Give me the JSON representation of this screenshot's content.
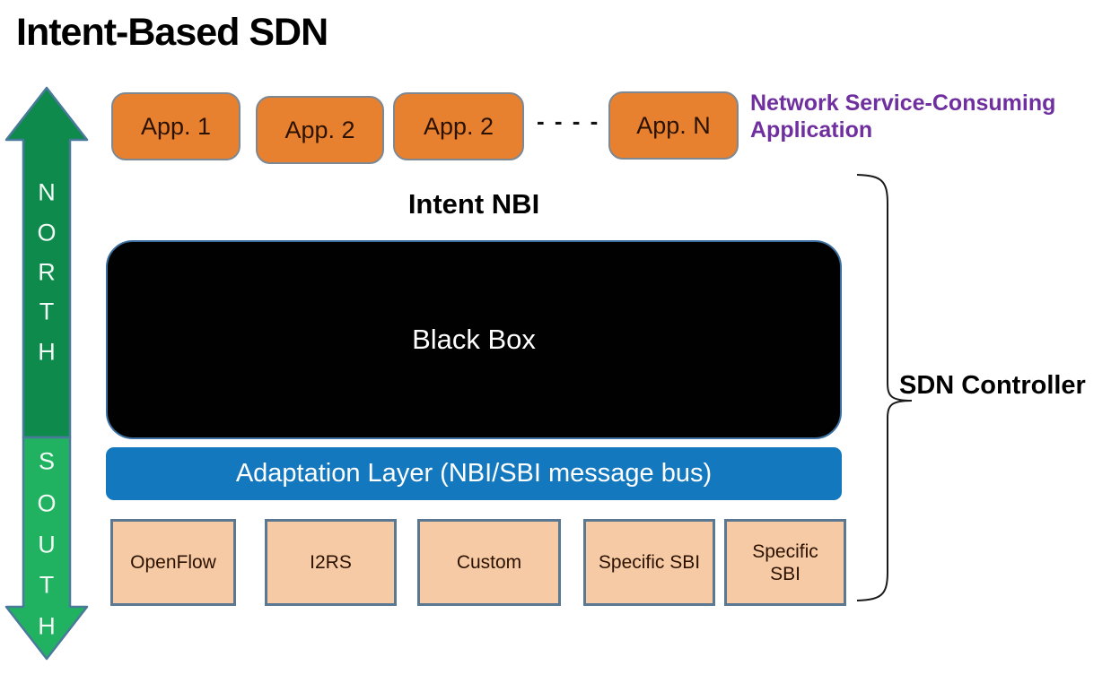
{
  "title": "Intent-Based SDN",
  "axis_arrow": {
    "north_letters": [
      "N",
      "O",
      "R",
      "T",
      "H"
    ],
    "south_letters": [
      "S",
      "O",
      "U",
      "T",
      "H"
    ],
    "north_fill": "#0E8A4D",
    "south_fill": "#21B261",
    "stroke": "#4A7A99"
  },
  "apps": {
    "items": [
      {
        "label": "App. 1"
      },
      {
        "label": "App. 2"
      },
      {
        "label": "App. 2"
      },
      {
        "label": "App. N"
      }
    ],
    "separator": "- - - -",
    "fill": "#E8812F",
    "border": "#7D8893"
  },
  "consumer_label": {
    "line1": "Network Service-Consuming",
    "line2": "Application",
    "color": "#6F2F9F"
  },
  "nbi_label": "Intent NBI",
  "black_box": {
    "label": "Black Box",
    "fill": "#010101",
    "border": "#3C6E9F"
  },
  "adaptation_layer": {
    "label": "Adaptation Layer (NBI/SBI message bus)",
    "fill": "#1478BE"
  },
  "sbi": {
    "items": [
      {
        "label": "OpenFlow"
      },
      {
        "label": "I2RS"
      },
      {
        "label": "Custom"
      },
      {
        "label": "Specific SBI"
      },
      {
        "label": "Specific SBI"
      }
    ],
    "fill": "#F6CAA5",
    "border": "#5A7891"
  },
  "controller_label": "SDN Controller"
}
